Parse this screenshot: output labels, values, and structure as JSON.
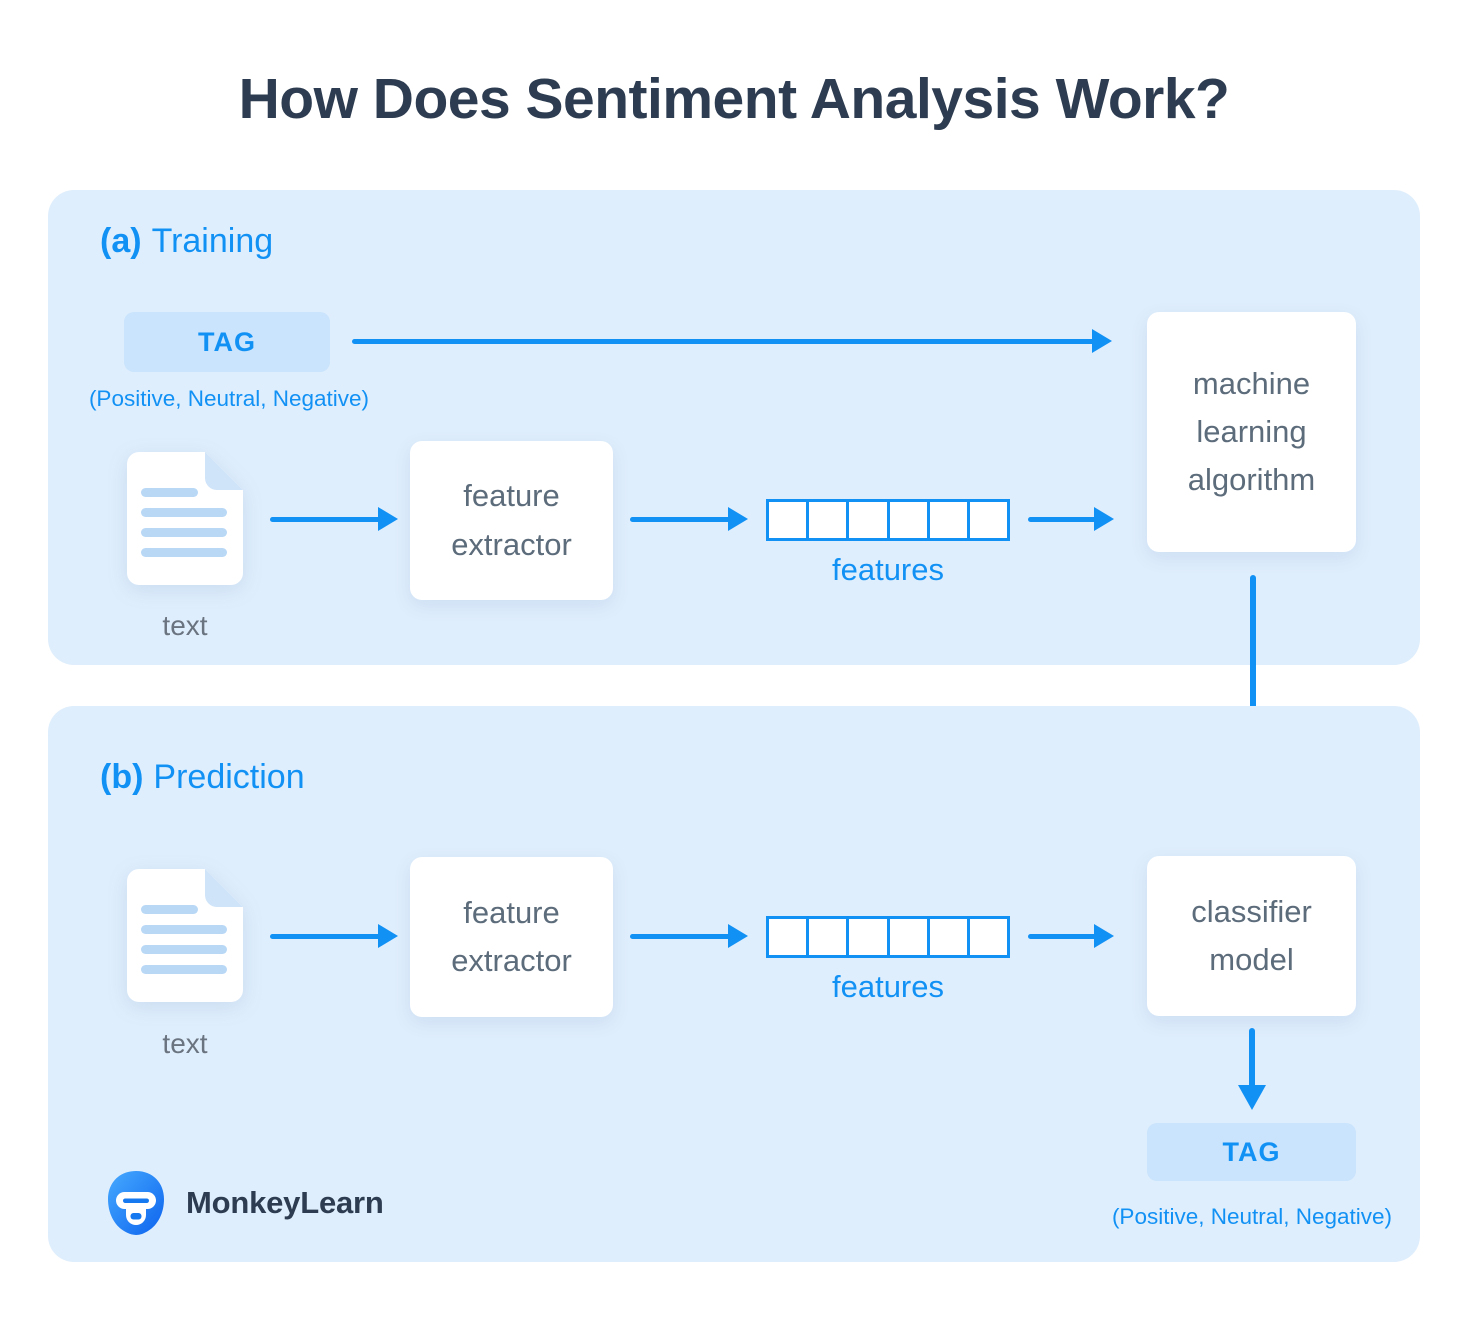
{
  "title": "How Does Sentiment Analysis Work?",
  "training": {
    "label_prefix": "(a)",
    "label": "Training",
    "tag_label": "TAG",
    "tag_values": "(Positive, Neutral, Negative)",
    "text_label": "text",
    "feature_extractor_label": "feature extractor",
    "features_label": "features",
    "features_cells": 6,
    "algorithm_label": "machine learning algorithm"
  },
  "prediction": {
    "label_prefix": "(b)",
    "label": "Prediction",
    "text_label": "text",
    "feature_extractor_label": "feature extractor",
    "features_label": "features",
    "features_cells": 6,
    "classifier_label": "classifier model",
    "tag_label": "TAG",
    "tag_values": "(Positive, Neutral, Negative)"
  },
  "footer": {
    "brand": "MonkeyLearn"
  },
  "colors": {
    "accent": "#1291f5",
    "panel_bg": "#dfeefc",
    "tag_bg": "#c9e4fc",
    "title": "#2d3c50",
    "box_text": "#5d6c7b"
  }
}
